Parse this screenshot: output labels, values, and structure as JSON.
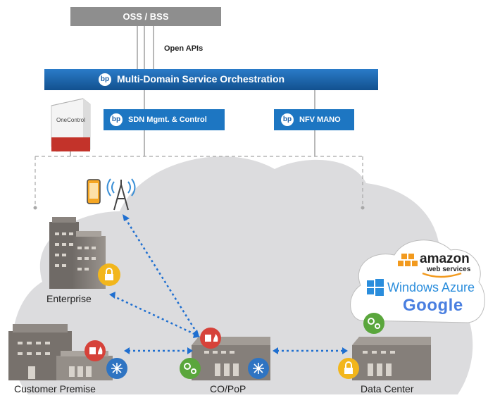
{
  "top": {
    "oss_bss": "OSS / BSS",
    "open_apis": "Open APIs"
  },
  "orchestration": {
    "logo": "bp",
    "label": "Multi-Domain Service Orchestration"
  },
  "product_box": {
    "label": "OneControl"
  },
  "sdn": {
    "logo": "bp",
    "label": "SDN Mgmt. & Control"
  },
  "nfv": {
    "logo": "bp",
    "label": "NFV MANO"
  },
  "sites": {
    "enterprise": "Enterprise",
    "customer_premise": "Customer Premise",
    "co_pop": "CO/PoP",
    "data_center": "Data Center"
  },
  "clouds": {
    "amazon": "amazon",
    "amazon_sub": "web services",
    "azure": "Windows Azure",
    "google": "Google"
  },
  "colors": {
    "bar_blue": "#1b65b0",
    "box_blue": "#1d76c2",
    "gray_bar": "#8e8e8e",
    "cloud": "#dcdcde",
    "dash_blue": "#1f6fd0",
    "green_badge": "#5aa63c",
    "red_badge": "#d6423a",
    "yellow_badge": "#f2b61c",
    "blue_badge": "#2f74c2"
  }
}
